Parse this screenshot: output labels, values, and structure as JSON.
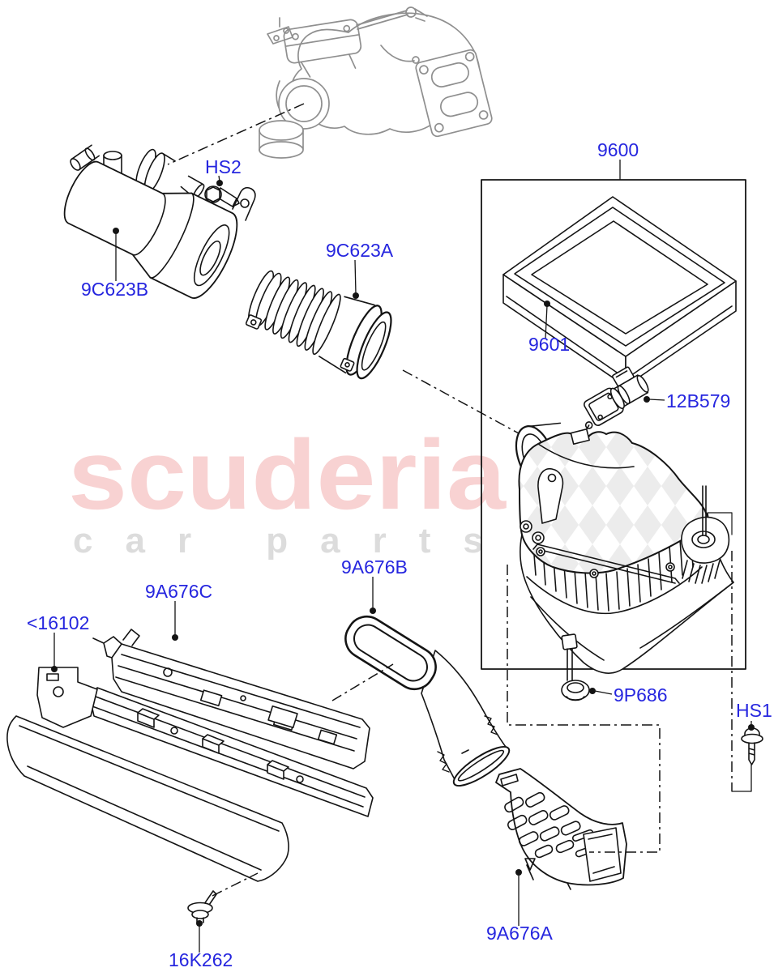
{
  "diagram": {
    "description": "Air cleaner / intake parts exploded diagram",
    "watermark": {
      "brand": "scuderia",
      "tagline": "car parts"
    },
    "colors": {
      "label": "#2626DF",
      "watermark_brand": "#f8d2d2",
      "watermark_tagline": "#dcdcdc",
      "line": "#141414",
      "sketch": "#8f8f8f",
      "checker": "#ececec"
    },
    "labels": [
      {
        "id": "HS2",
        "text": "HS2"
      },
      {
        "id": "9600",
        "text": "9600"
      },
      {
        "id": "9C623B",
        "text": "9C623B"
      },
      {
        "id": "9C623A",
        "text": "9C623A"
      },
      {
        "id": "9601",
        "text": "9601"
      },
      {
        "id": "12B579",
        "text": "12B579"
      },
      {
        "id": "9A676B",
        "text": "9A676B"
      },
      {
        "id": "9A676C",
        "text": "9A676C"
      },
      {
        "id": "16102",
        "text": "<16102"
      },
      {
        "id": "9P686",
        "text": "9P686"
      },
      {
        "id": "HS1",
        "text": "HS1"
      },
      {
        "id": "9A676A",
        "text": "9A676A"
      },
      {
        "id": "16K262",
        "text": "16K262"
      }
    ]
  }
}
